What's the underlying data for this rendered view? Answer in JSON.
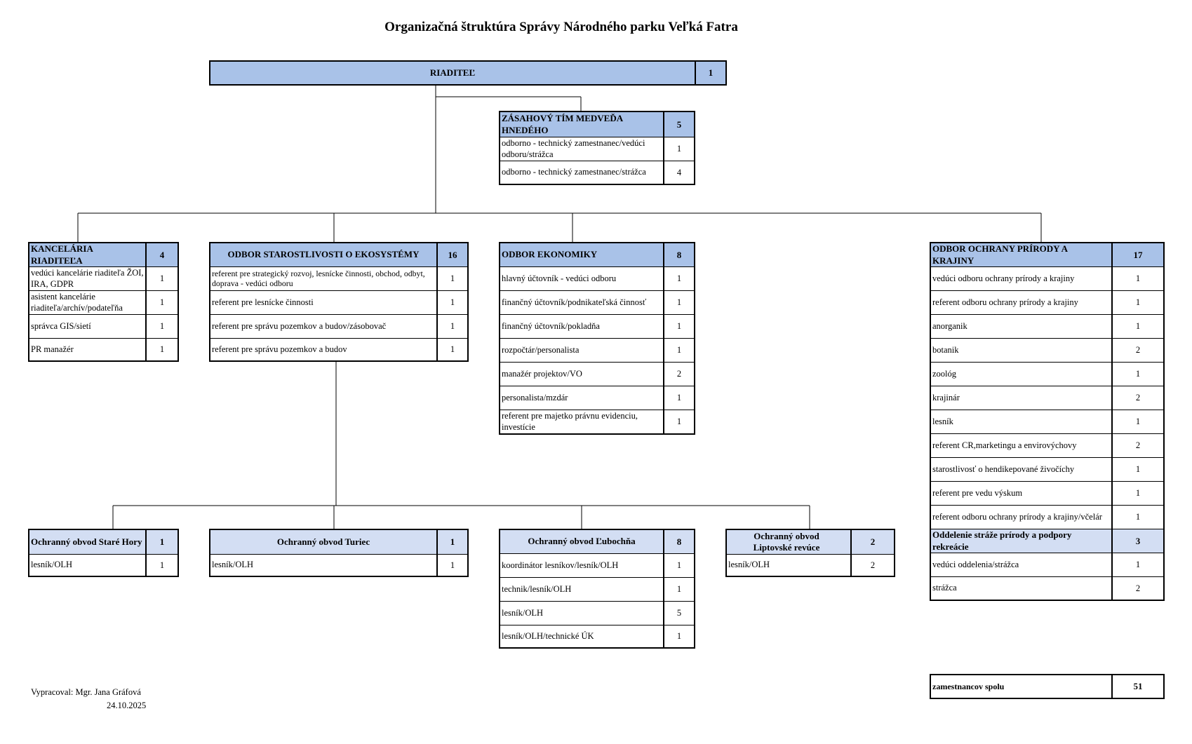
{
  "title": "Organizačná štruktúra Správy Národného parku Veľká Fatra",
  "boxes": {
    "riaditel": {
      "title": "RIADITEĽ",
      "count": "1",
      "rows": []
    },
    "zasahovy": {
      "title": "ZÁSAHOVÝ TÍM MEDVEĎA HNEDÉHO",
      "count": "5",
      "rows": [
        {
          "label": "odborno - technický zamestnanec/vedúci odboru/strážca",
          "count": "1"
        },
        {
          "label": "odborno - technický zamestnanec/strážca",
          "count": "4"
        }
      ]
    },
    "kancelaria": {
      "title": "KANCELÁRIA RIADITEĽA",
      "count": "4",
      "rows": [
        {
          "label": "vedúci kancelárie riaditeľa ŽOI, IRA, GDPR",
          "count": "1"
        },
        {
          "label": "asistent kancelárie riaditeľa/archív/podateľňa",
          "count": "1"
        },
        {
          "label": "správca GIS/sietí",
          "count": "1"
        },
        {
          "label": "PR manažér",
          "count": "1"
        }
      ]
    },
    "starostlivost": {
      "title": "ODBOR STAROSTLIVOSTI O EKOSYSTÉMY",
      "count": "16",
      "rows": [
        {
          "label": "referent pre strategický rozvoj, lesnícke činnosti, obchod, odbyt, doprava - vedúci odboru",
          "count": "1"
        },
        {
          "label": "referent pre lesnícke činnosti",
          "count": "1"
        },
        {
          "label": "referent pre správu pozemkov a budov/zásobovač",
          "count": "1"
        },
        {
          "label": "referent pre správu pozemkov a budov",
          "count": "1"
        }
      ]
    },
    "ekonomiky": {
      "title": "ODBOR EKONOMIKY",
      "count": "8",
      "rows": [
        {
          "label": "hlavný účtovník - vedúci odboru",
          "count": "1"
        },
        {
          "label": "finančný účtovník/podnikateľská činnosť",
          "count": "1"
        },
        {
          "label": "finančný účtovník/pokladňa",
          "count": "1"
        },
        {
          "label": "rozpočtár/personalista",
          "count": "1"
        },
        {
          "label": "manažér projektov/VO",
          "count": "2"
        },
        {
          "label": "personalista/mzdár",
          "count": "1"
        },
        {
          "label": "referent pre majetko právnu evidenciu, investície",
          "count": "1"
        }
      ]
    },
    "ochrany": {
      "title": "ODBOR OCHRANY PRÍRODY A KRAJINY",
      "count": "17",
      "rows": [
        {
          "label": "vedúci odboru ochrany prírody a krajiny",
          "count": "1"
        },
        {
          "label": "referent odboru ochrany prírody a krajiny",
          "count": "1"
        },
        {
          "label": "anorganik",
          "count": "1"
        },
        {
          "label": "botanik",
          "count": "2"
        },
        {
          "label": "zoológ",
          "count": "1"
        },
        {
          "label": "krajinár",
          "count": "2"
        },
        {
          "label": "lesník",
          "count": "1"
        },
        {
          "label": "referent CR,marketingu a envirovýchovy",
          "count": "2"
        },
        {
          "label": "starostlivosť o hendikepované živočíchy",
          "count": "1"
        },
        {
          "label": "referent pre vedu výskum",
          "count": "1"
        },
        {
          "label": "referent odboru ochrany prírody a krajiny/včelár",
          "count": "1"
        }
      ]
    },
    "straze": {
      "title": "Oddelenie stráže prírody a podpory rekreácie",
      "count": "3",
      "rows": [
        {
          "label": "vedúci oddelenia/strážca",
          "count": "1"
        },
        {
          "label": "strážca",
          "count": "2"
        }
      ]
    },
    "stare_hory": {
      "title": "Ochranný obvod Staré Hory",
      "count": "1",
      "rows": [
        {
          "label": "lesník/OLH",
          "count": "1"
        }
      ]
    },
    "turiec": {
      "title": "Ochranný obvod Turiec",
      "count": "1",
      "rows": [
        {
          "label": "lesník/OLH",
          "count": "1"
        }
      ]
    },
    "lubochna": {
      "title": "Ochranný obvod Ľubochňa",
      "count": "8",
      "rows": [
        {
          "label": "koordinátor lesníkov/lesník/OLH",
          "count": "1"
        },
        {
          "label": "technik/lesník/OLH",
          "count": "1"
        },
        {
          "label": "lesník/OLH",
          "count": "5"
        },
        {
          "label": "lesník/OLH/technické ÚK",
          "count": "1"
        }
      ]
    },
    "liptovske": {
      "title": "Ochranný obvod Liptovské revúce",
      "count": "2",
      "rows": [
        {
          "label": "lesník/OLH",
          "count": "2"
        }
      ]
    },
    "spolu": {
      "title": "zamestnancov spolu",
      "count": "51",
      "rows": []
    }
  },
  "footer": {
    "author": "Vypracoval: Mgr. Jana Gráfová",
    "date": "24.10.2025"
  }
}
